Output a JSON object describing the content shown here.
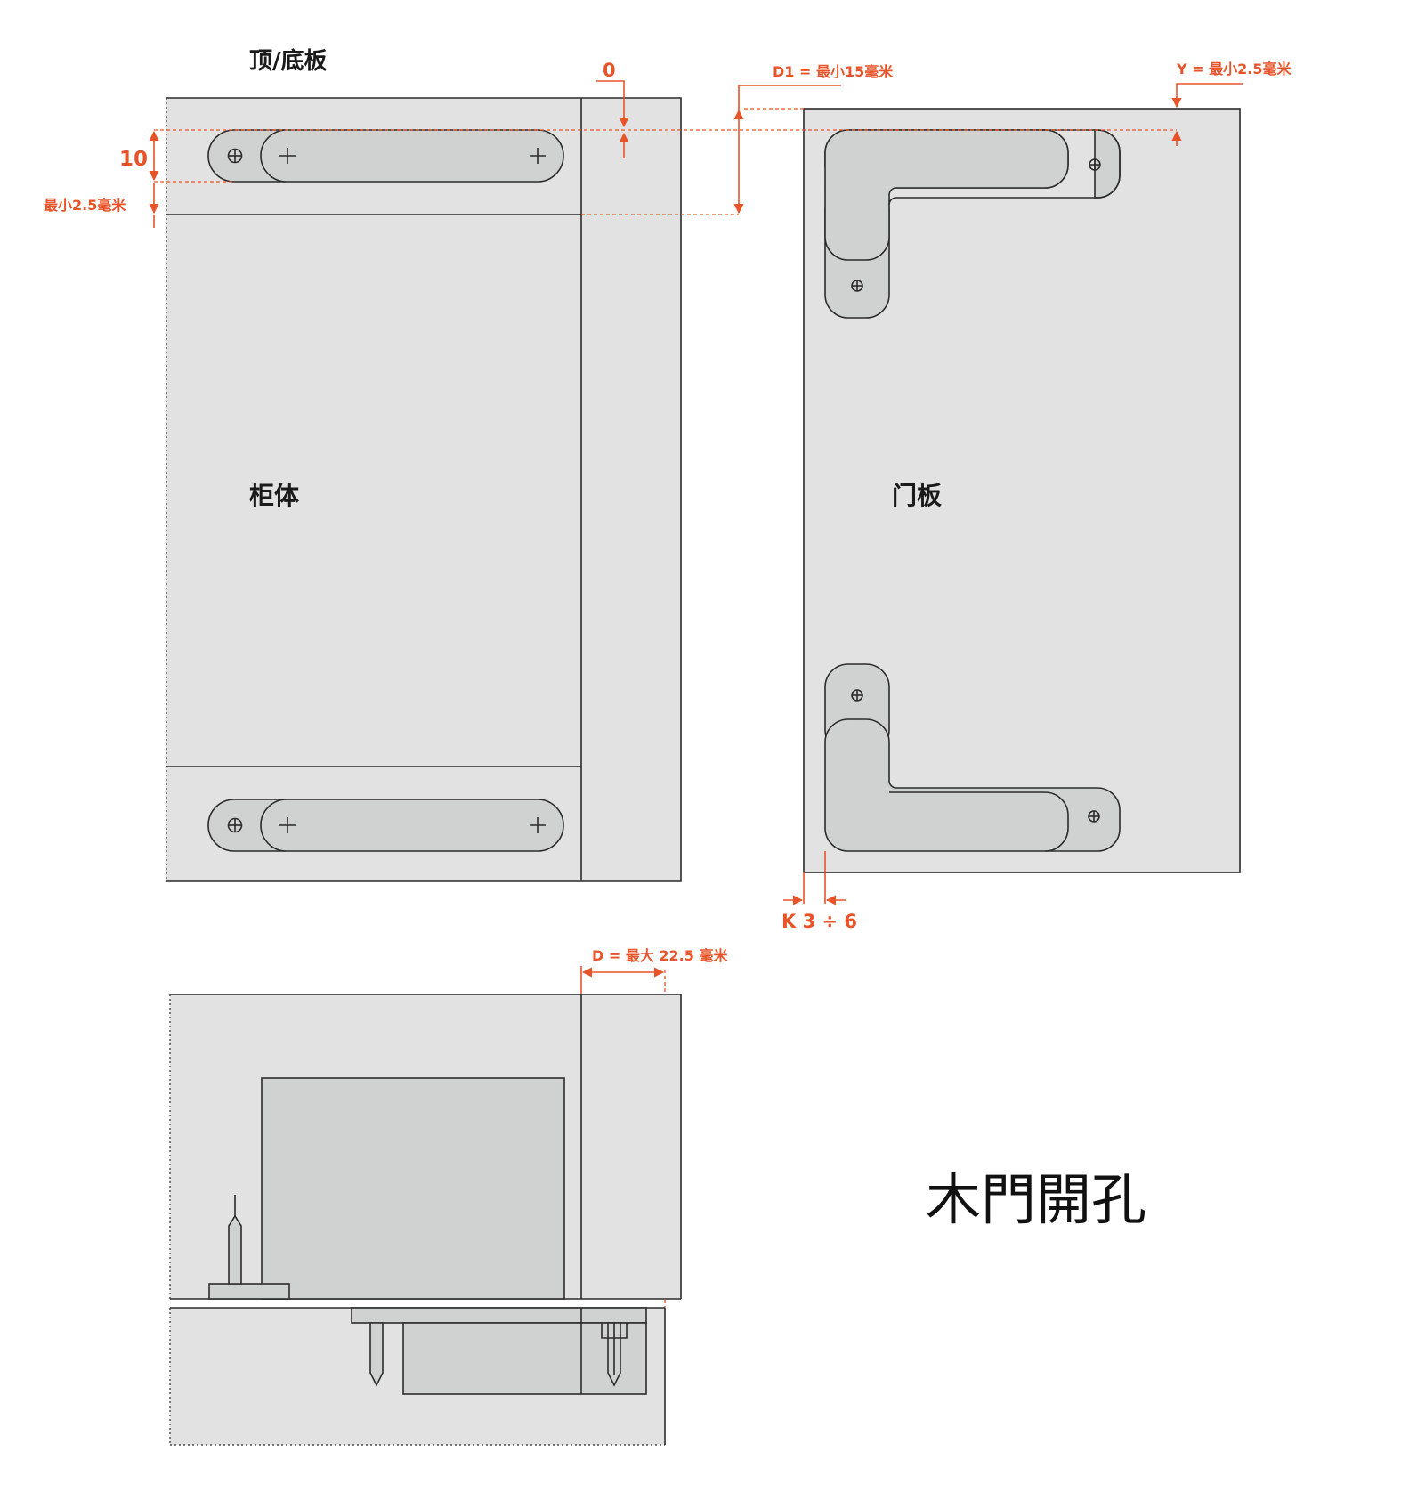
{
  "labels": {
    "top_bottom_panel": "顶/底板",
    "cabinet_body": "柜体",
    "door_panel": "门板",
    "title": "木門開孔"
  },
  "dimensions": {
    "zero": "0",
    "ten": "10",
    "min_2_5_left": "最小2.5毫米",
    "d1": "D1 = 最小15毫米",
    "y": "Y = 最小2.5毫米",
    "k": "K 3 ÷ 6",
    "d": "D = 最大 22.5 毫米"
  },
  "colors": {
    "dimension": "#e8542a",
    "panel": "#e2e2e2",
    "part": "#d0d2d1",
    "line": "#2b2b2b"
  }
}
